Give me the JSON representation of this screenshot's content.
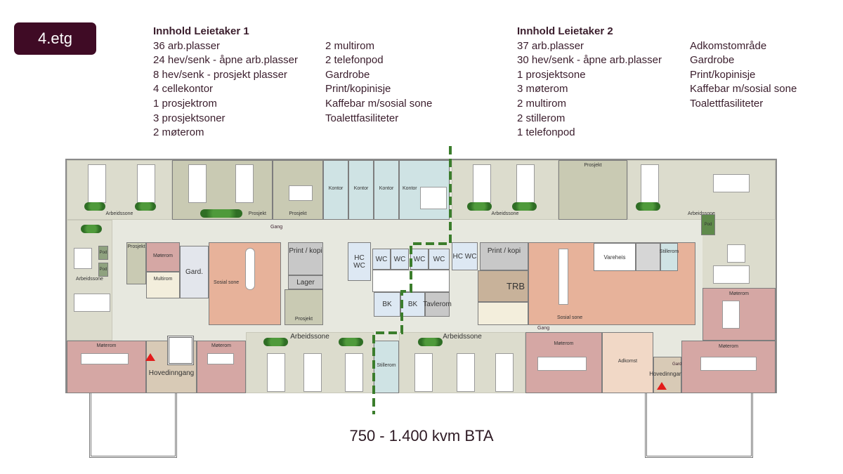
{
  "floor_badge": "4.etg",
  "tenant1": {
    "title": "Innhold Leietaker 1",
    "col1": [
      "36 arb.plasser",
      "24 hev/senk - åpne arb.plasser",
      "8 hev/senk - prosjekt plasser",
      "4 cellekontor",
      "1 prosjektrom",
      "3 prosjektsoner",
      "2 møterom"
    ],
    "col2": [
      "2 multirom",
      "2 telefonpod",
      "Gardrobe",
      "Print/kopinisje",
      "Kaffebar m/sosial sone",
      "Toalettfasiliteter"
    ]
  },
  "tenant2": {
    "title": "Innhold Leietaker 2",
    "col1": [
      "37 arb.plasser",
      "30 hev/senk - åpne arb.plasser",
      "1 prosjektsone",
      "3 møterom",
      "2 multirom",
      "2 stillerom",
      "1 telefonpod"
    ],
    "col2": [
      "Adkomstområde",
      "Gardrobe",
      "Print/kopinisje",
      "Kaffebar m/sosial sone",
      "Toalettfasiliteter"
    ]
  },
  "rooms": {
    "arb1": "Arbeidssone",
    "prosjekt1": "Prosjekt",
    "prosjekt2": "Prosjekt",
    "kontor1": "Kontor",
    "kontor2": "Kontor",
    "kontor3": "Kontor",
    "kontor4": "Kontor",
    "arb2": "Arbeidssone",
    "prosjekt3": "Prosjekt",
    "arb3": "Arbeidssone",
    "arb_left": "Arbeidssone",
    "gang1": "Gang",
    "gang2": "Gang",
    "prosjekt4": "Prosjekt",
    "moterom1": "Møterom",
    "multirom1": "Multirom",
    "gard": "Gard.",
    "sosial1": "Sosial sone",
    "print1": "Print / kopi",
    "lager": "Lager",
    "prosjekt5": "Prosjekt",
    "hcwc1": "HC WC",
    "wc1": "WC",
    "wc2": "WC",
    "wc3": "WC",
    "wc4": "WC",
    "bk1": "BK",
    "bk2": "BK",
    "tavlerom": "Tavlerom",
    "hcwc2": "HC WC",
    "print2": "Print / kopi",
    "trb": "TRB",
    "sosial2": "Sosial sone",
    "vareheis": "Vareheis",
    "stillerom1": "Stillerom",
    "moterom_r": "Møterom",
    "pod1": "Pod",
    "pod2": "Pod",
    "pod3": "Pod",
    "moterom2": "Møterom",
    "hovedinngang1": "Hovedinngang",
    "moterom3": "Møterom",
    "arb4": "Arbeidssone",
    "stillerom2": "Stillerom",
    "arb5": "Arbeidssone",
    "moterom4": "Møterom",
    "adkomst": "Adkomst",
    "gard2": "Gard",
    "hovedinngang2": "Hovedinngang",
    "moterom5": "Møterom"
  },
  "area_label": "750 - 1.400 kvm BTA",
  "colors": {
    "badge": "#3f0b25",
    "divider": "#3b7d2c",
    "entrance": "#e31b1b"
  }
}
